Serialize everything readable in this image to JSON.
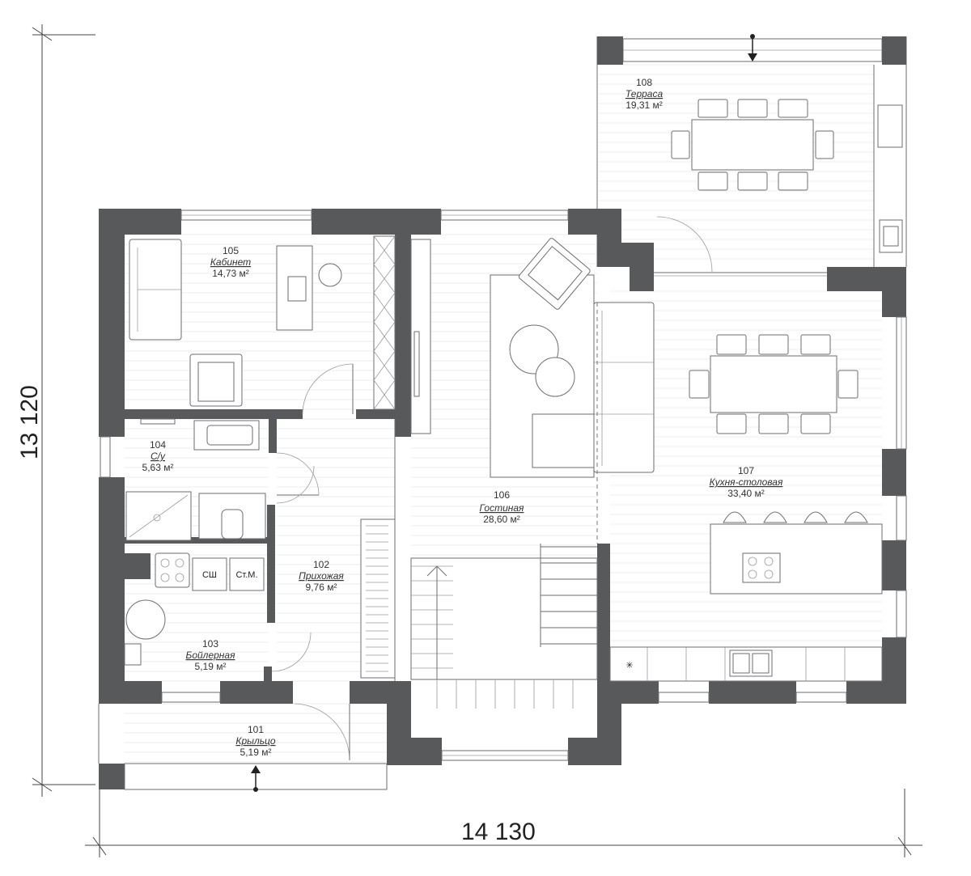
{
  "dimensions": {
    "width_label": "14  130",
    "height_label": "13  120"
  },
  "rooms": [
    {
      "id": "r101",
      "number": "101",
      "name": "Крыльцо",
      "area": "5,19 м²"
    },
    {
      "id": "r102",
      "number": "102",
      "name": "Прихожая",
      "area": "9,76 м²"
    },
    {
      "id": "r103",
      "number": "103",
      "name": "Бойлерная",
      "area": "5,19 м²"
    },
    {
      "id": "r104",
      "number": "104",
      "name": "С/у",
      "area": "5,63 м²"
    },
    {
      "id": "r105",
      "number": "105",
      "name": "Кабинет",
      "area": "14,73 м²"
    },
    {
      "id": "r106",
      "number": "106",
      "name": "Гостиная",
      "area": "28,60 м²"
    },
    {
      "id": "r107",
      "number": "107",
      "name": "Кухня-столовая",
      "area": "33,40 м²"
    },
    {
      "id": "r108",
      "number": "108",
      "name": "Терраса",
      "area": "19,31 м²"
    }
  ],
  "appliances": {
    "dryer_label": "СШ",
    "washer_label": "Ст.М."
  }
}
